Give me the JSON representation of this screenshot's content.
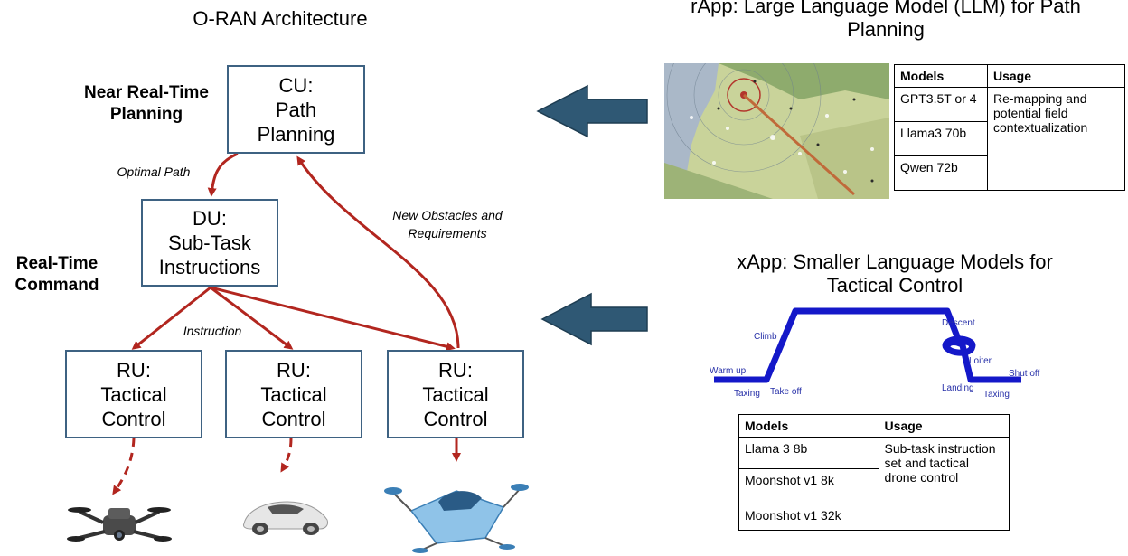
{
  "oran": {
    "title": "O-RAN Architecture",
    "near_rt_label": "Near Real-Time Planning",
    "rt_label": "Real-Time Command",
    "cu": {
      "line1": "CU:",
      "line2": "Path",
      "line3": "Planning"
    },
    "du": {
      "line1": "DU:",
      "line2": "Sub-Task",
      "line3": "Instructions"
    },
    "ru": [
      {
        "line1": "RU:",
        "line2": "Tactical",
        "line3": "Control"
      },
      {
        "line1": "RU:",
        "line2": "Tactical",
        "line3": "Control"
      },
      {
        "line1": "RU:",
        "line2": "Tactical",
        "line3": "Control"
      }
    ],
    "edge_optimal_path": "Optimal Path",
    "edge_new_obstacles": "New Obstacles and Requirements",
    "edge_instruction": "Instruction",
    "vehicles": [
      "drone-icon",
      "car-icon",
      "air-taxi-icon"
    ],
    "arrow_color": "#b2261f",
    "box_border_color": "#3e6282",
    "big_arrow_color": "#2f5874"
  },
  "rapp": {
    "title": "rApp: Large Language Model (LLM) for Path Planning",
    "map_icon": "flight-path-map",
    "table": {
      "headers": [
        "Models",
        "Usage"
      ],
      "models": [
        "GPT3.5T or 4",
        "Llama3 70b",
        "Qwen 72b"
      ],
      "usage": "Re-mapping and potential field contextualization"
    }
  },
  "xapp": {
    "title": "xApp: Smaller Language Models for Tactical Control",
    "phases": [
      "Warm up",
      "Taxing",
      "Take off",
      "Climb",
      "Descent",
      "Loiter",
      "Landing",
      "Taxing",
      "Shut off"
    ],
    "table": {
      "headers": [
        "Models",
        "Usage"
      ],
      "models": [
        "Llama 3 8b",
        "Moonshot v1 8k",
        "Moonshot v1 32k"
      ],
      "usage": "Sub-task instruction set and tactical drone control"
    }
  }
}
